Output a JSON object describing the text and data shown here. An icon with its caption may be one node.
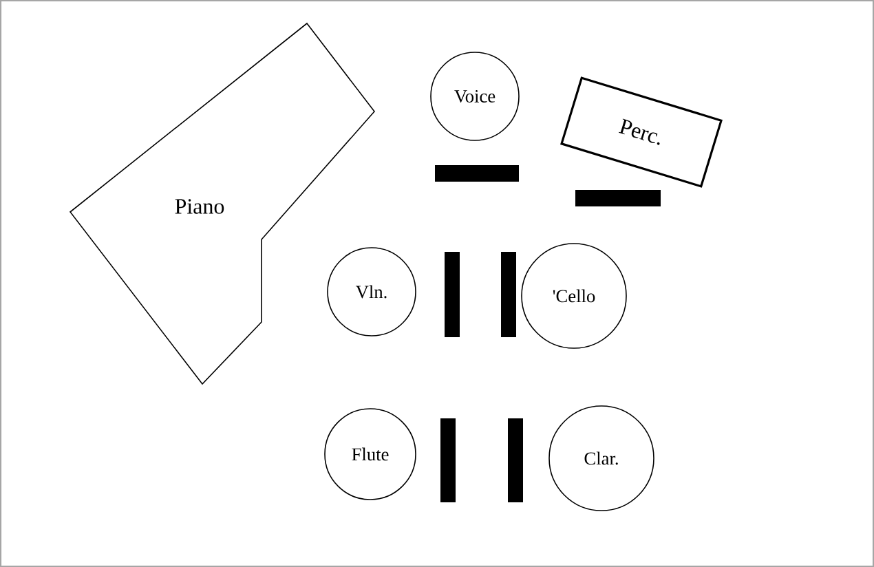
{
  "diagram": {
    "nodes": [
      {
        "text": [
          "Piano"
        ]
      },
      {
        "text": [
          "Voice"
        ]
      },
      {
        "text": [
          "Perc."
        ]
      },
      {
        "text": [
          "Vln."
        ]
      },
      {
        "text": [
          "'Cello"
        ]
      },
      {
        "text": [
          "Flute"
        ]
      },
      {
        "text": [
          "Clar."
        ]
      }
    ]
  }
}
